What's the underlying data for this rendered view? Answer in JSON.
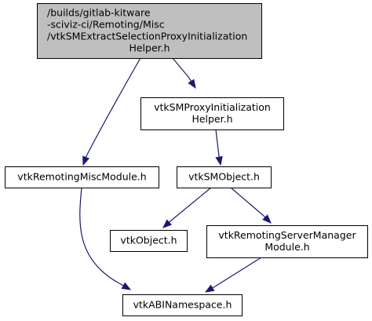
{
  "diagram": {
    "nodes": [
      {
        "id": "root",
        "lines": [
          "/builds/gitlab-kitware",
          "-sciviz-ci/Remoting/Misc",
          "/vtkSMExtractSelectionProxyInitialization",
          "Helper.h"
        ],
        "fill": "#bfbfbf",
        "border": "#000000",
        "text_color": "#000000",
        "align": "start"
      },
      {
        "id": "proxy_init",
        "lines": [
          "vtkSMProxyInitialization",
          "Helper.h"
        ],
        "fill": "#ffffff",
        "border": "#000000",
        "text_color": "#000000",
        "align": "middle"
      },
      {
        "id": "misc_module",
        "lines": [
          "vtkRemotingMiscModule.h"
        ],
        "fill": "#ffffff",
        "border": "#000000",
        "text_color": "#000000",
        "align": "middle"
      },
      {
        "id": "smobject",
        "lines": [
          "vtkSMObject.h"
        ],
        "fill": "#ffffff",
        "border": "#000000",
        "text_color": "#000000",
        "align": "middle"
      },
      {
        "id": "vtkobject",
        "lines": [
          "vtkObject.h"
        ],
        "fill": "#ffffff",
        "border": "#ff0000",
        "text_color": "#000000",
        "align": "middle"
      },
      {
        "id": "servermanager",
        "lines": [
          "vtkRemotingServerManager",
          "Module.h"
        ],
        "fill": "#ffffff",
        "border": "#000000",
        "text_color": "#000000",
        "align": "middle"
      },
      {
        "id": "abinamespace",
        "lines": [
          "vtkABINamespace.h"
        ],
        "fill": "#ffffff",
        "border": "#000000",
        "text_color": "#000000",
        "align": "middle"
      }
    ],
    "edges": [
      {
        "from": "root",
        "to": "misc_module"
      },
      {
        "from": "root",
        "to": "proxy_init"
      },
      {
        "from": "proxy_init",
        "to": "smobject"
      },
      {
        "from": "misc_module",
        "to": "abinamespace"
      },
      {
        "from": "smobject",
        "to": "vtkobject"
      },
      {
        "from": "smobject",
        "to": "servermanager"
      },
      {
        "from": "servermanager",
        "to": "abinamespace"
      }
    ],
    "edge_color": "#191970"
  }
}
